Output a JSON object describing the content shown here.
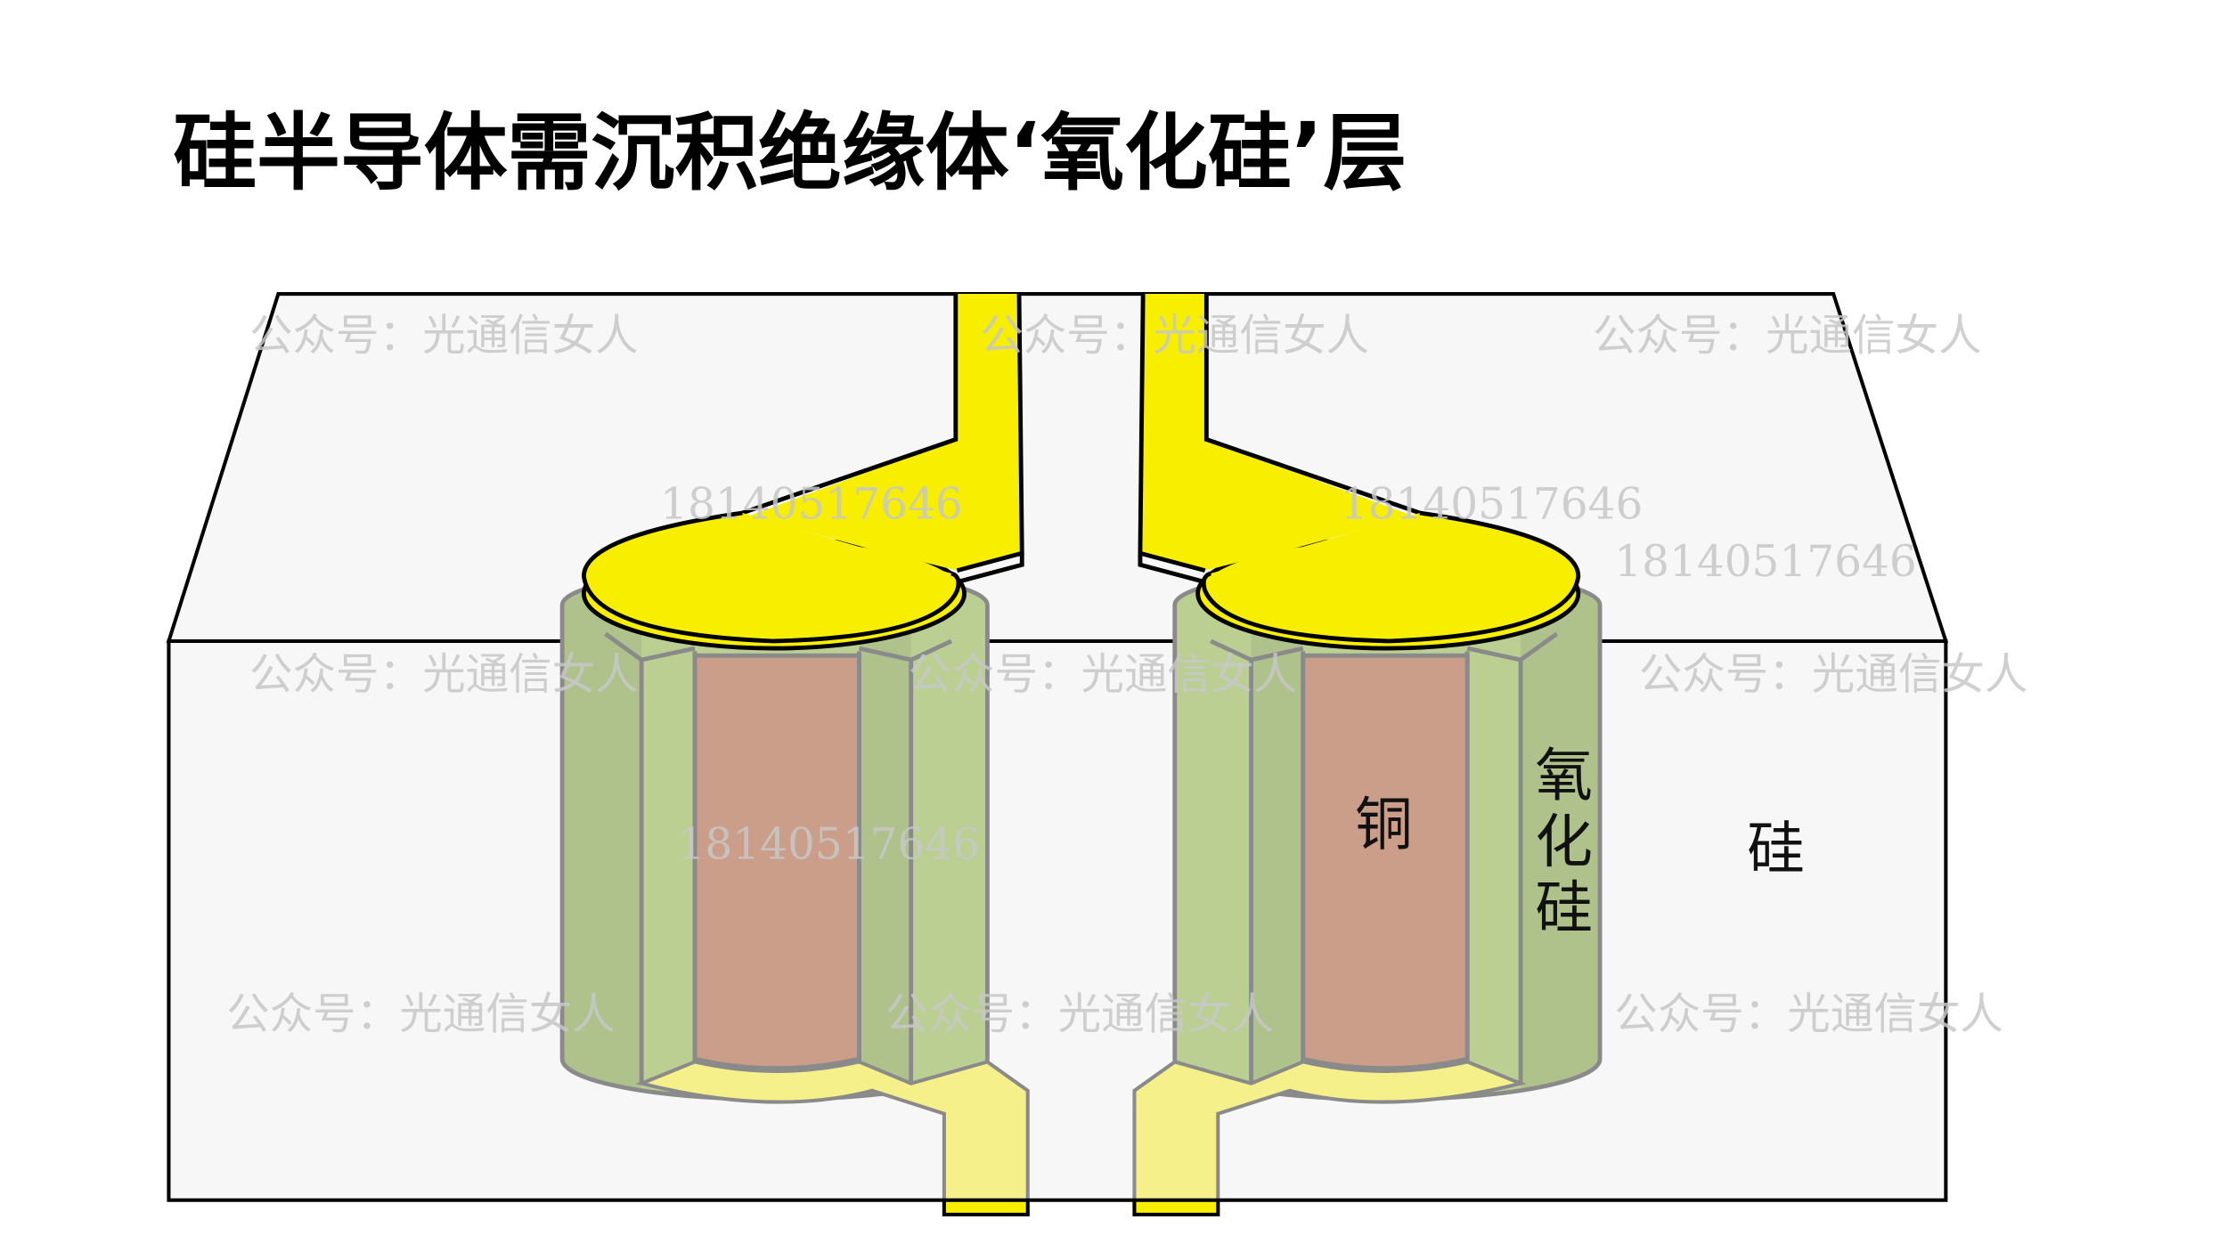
{
  "title": "硅半导体需沉积绝缘体‘氧化硅’层",
  "labels": {
    "copper": "铜",
    "oxide_1": "氧",
    "oxide_2": "化",
    "oxide_3": "硅",
    "silicon": "硅"
  },
  "watermark": {
    "account": "公众号：光通信女人",
    "phone": "18140517646"
  },
  "colors": {
    "silicon": "#f7f7f7",
    "oxide_light": "#bccf92",
    "oxide_dark": "#afc28c",
    "copper": "#cb9e89",
    "trace": "#f7ee00",
    "trace_light": "#f5f08a"
  }
}
